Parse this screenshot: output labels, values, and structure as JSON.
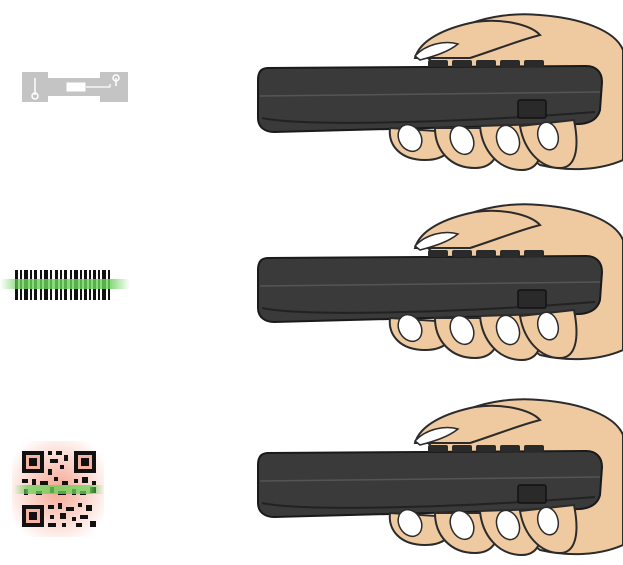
{
  "rows": [
    {
      "mode": "bluetooth-pairing",
      "mode_icon": "plug-connector-icon",
      "device_icon": "handheld-scanner-icon"
    },
    {
      "mode": "1d-barcode-scan",
      "mode_icon": "barcode-icon",
      "device_icon": "handheld-scanner-icon"
    },
    {
      "mode": "2d-qr-scan",
      "mode_icon": "qr-code-icon",
      "device_icon": "handheld-scanner-icon"
    }
  ],
  "colors": {
    "skin": "#efc9a0",
    "skin_outline": "#2b2b2b",
    "device_body": "#3a3a3a",
    "device_shadow": "#222222",
    "nail": "#ffffff",
    "connector": "#c4c4c4",
    "laser_green": "#6cd35a",
    "qr_glow": "#ef6a4a",
    "ink": "#111111"
  }
}
